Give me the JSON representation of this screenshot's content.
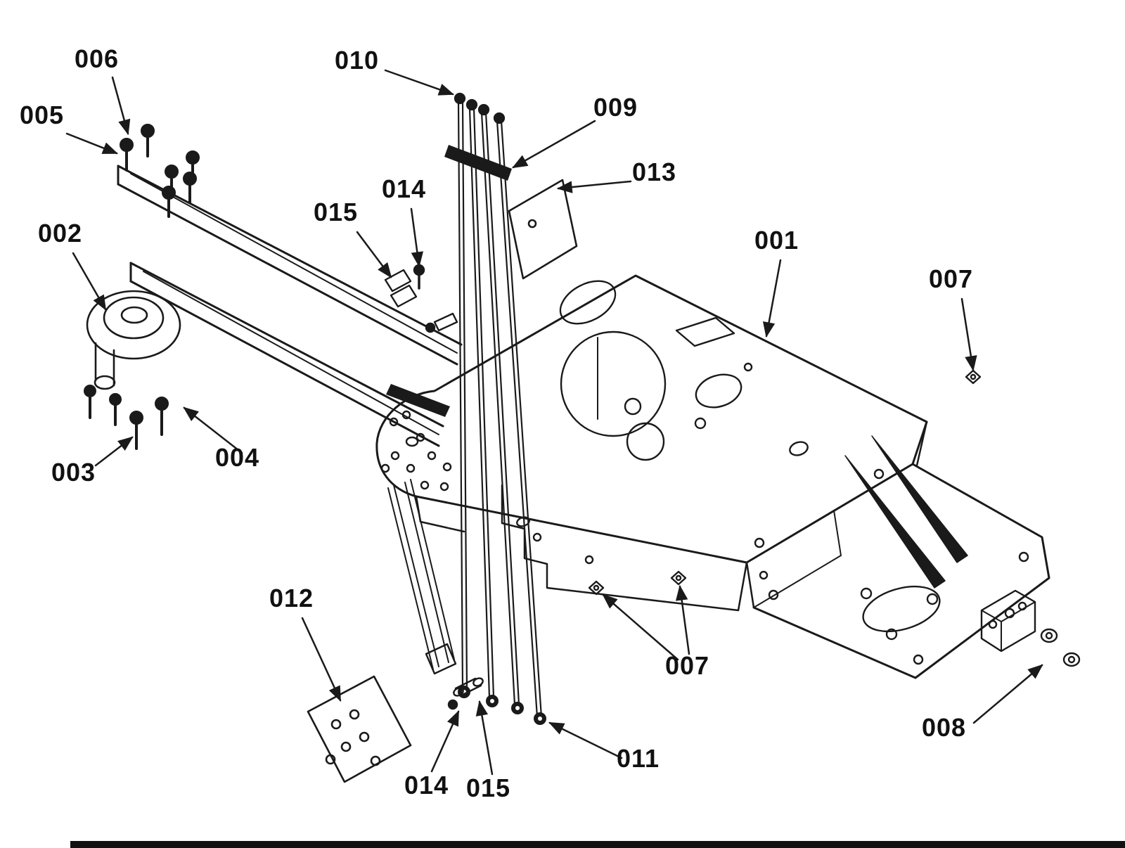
{
  "figure": {
    "type": "exploded-parts-diagram",
    "subject": "chassis-frame-assembly",
    "ink_color": "#1a1a1a",
    "background_color": "#ffffff",
    "label_color": "#111111"
  },
  "callouts": [
    {
      "id": "006",
      "label": "006"
    },
    {
      "id": "005",
      "label": "005"
    },
    {
      "id": "010",
      "label": "010"
    },
    {
      "id": "009",
      "label": "009"
    },
    {
      "id": "013",
      "label": "013"
    },
    {
      "id": "014-top",
      "label": "014"
    },
    {
      "id": "015-top",
      "label": "015"
    },
    {
      "id": "002",
      "label": "002"
    },
    {
      "id": "001",
      "label": "001"
    },
    {
      "id": "007-right",
      "label": "007"
    },
    {
      "id": "003",
      "label": "003"
    },
    {
      "id": "004",
      "label": "004"
    },
    {
      "id": "012",
      "label": "012"
    },
    {
      "id": "007-bottom",
      "label": "007"
    },
    {
      "id": "011",
      "label": "011"
    },
    {
      "id": "008",
      "label": "008"
    },
    {
      "id": "014-bottom",
      "label": "014"
    },
    {
      "id": "015-bottom",
      "label": "015"
    }
  ]
}
